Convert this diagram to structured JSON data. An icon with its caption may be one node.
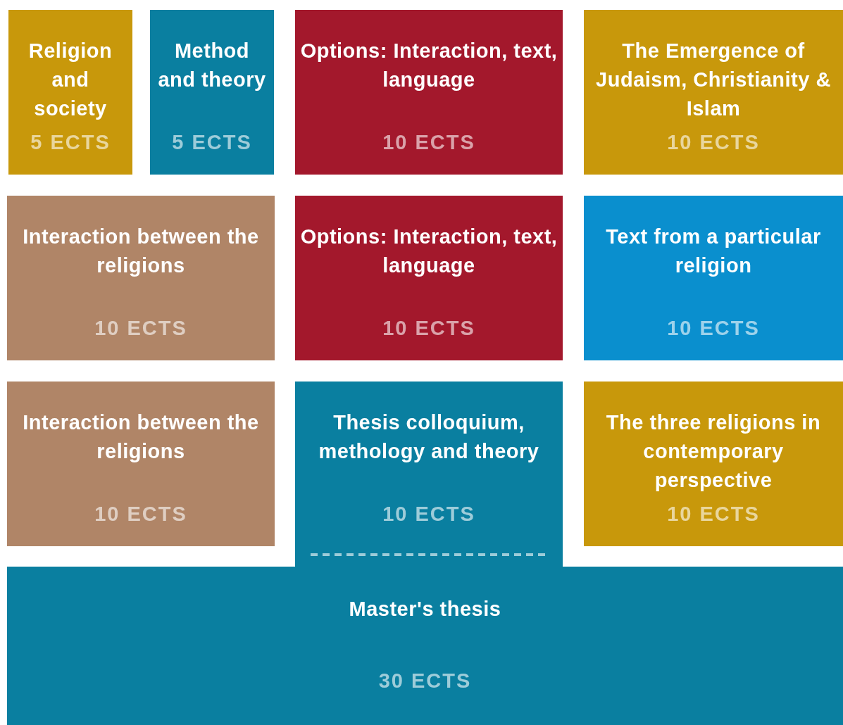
{
  "diagram": {
    "nodes": [
      {
        "text": [
          "Religion and society",
          "5 ECTS"
        ]
      },
      {
        "text": [
          "Method and theory",
          "5 ECTS"
        ]
      },
      {
        "text": [
          "Options: Interaction, text, language",
          "10 ECTS"
        ]
      },
      {
        "text": [
          "The Emergence of Judaism, Christianity & Islam",
          "10 ECTS"
        ]
      },
      {
        "text": [
          "Interaction between the religions",
          "10 ECTS"
        ]
      },
      {
        "text": [
          "Options: Interaction, text, language",
          "10 ECTS"
        ]
      },
      {
        "text": [
          "Text from a particular religion",
          "10 ECTS"
        ]
      },
      {
        "text": [
          "Interaction between the religions",
          "10 ECTS"
        ]
      },
      {
        "text": [
          "Thesis colloquium, methology and theory",
          "10 ECTS"
        ]
      },
      {
        "text": [
          "The three religions in contemporary perspective",
          "10 ECTS"
        ]
      },
      {
        "text": [
          "Master's thesis",
          "30 ECTS"
        ]
      }
    ]
  }
}
